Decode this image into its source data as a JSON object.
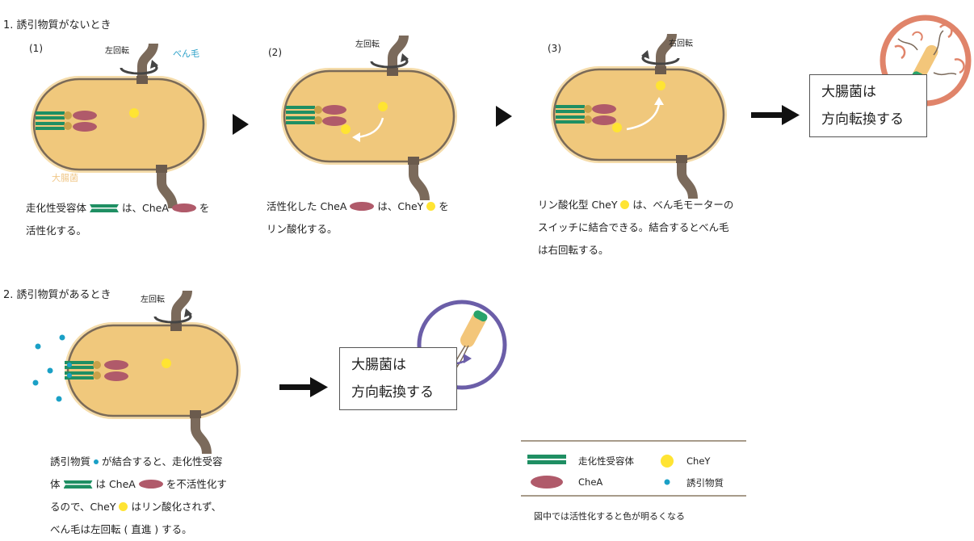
{
  "section1": {
    "title": "1. 誘引物質がないとき",
    "step1": {
      "num": "(1)",
      "rotation": "左回転",
      "flagellum": "べん毛",
      "cell": "大腸菌",
      "caption": {
        "a": "走化性受容体",
        "b": "は、CheA",
        "c": "を",
        "d": "活性化する。"
      }
    },
    "step2": {
      "num": "(2)",
      "rotation": "左回転",
      "caption": {
        "a": "活性化した CheA",
        "b": "は、CheY",
        "c": "を",
        "d": "リン酸化する。"
      }
    },
    "step3": {
      "num": "(3)",
      "rotation": "右回転",
      "caption": {
        "a": "リン酸化型 CheY",
        "b": "は、べん毛モーターの",
        "c": "スイッチに結合できる。結合するとべん毛",
        "d": "は右回転する。"
      }
    },
    "result": {
      "line1": "大腸菌は",
      "line2": "方向転換する"
    }
  },
  "section2": {
    "title": "2. 誘引物質があるとき",
    "rotation": "左回転",
    "caption": {
      "a": "誘引物質",
      "b": "が結合すると、走化性受容",
      "c": "体",
      "d": "は CheA",
      "e": "を不活性化す",
      "f": "るので、CheY",
      "g": "はリン酸化されず、",
      "h": "べん毛は左回転 ( 直進 ) する。"
    },
    "result": {
      "line1": "大腸菌は",
      "line2": "方向転換する"
    }
  },
  "legend": {
    "receptor": "走化性受容体",
    "chey": "CheY",
    "chea": "CheA",
    "attractant": "誘引物質"
  },
  "note": "図中では活性化すると色が明るくなる",
  "colors": {
    "cell_fill": "#f0c87c",
    "cell_outline": "#7a6a58",
    "cell_halo": "#f5dcaa",
    "receptor": "#1f8f63",
    "chea": "#b05a6a",
    "chey": "#ffe433",
    "attractant": "#1aa0c6",
    "flagellum": "#7b6a5b",
    "tumble_ring": "#e0846a",
    "run_ring": "#6b5ea8"
  }
}
